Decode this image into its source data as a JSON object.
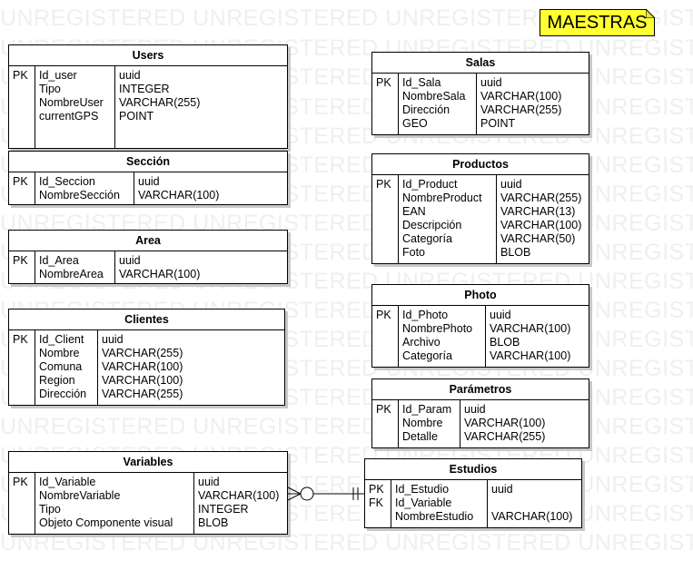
{
  "watermark": "UNREGISTERED",
  "note": "MAESTRAS",
  "tables": [
    {
      "id": "users",
      "title": "Users",
      "keys": [
        "PK",
        "",
        "",
        ""
      ],
      "fields": [
        "Id_user",
        "Tipo",
        "NombreUser",
        "currentGPS"
      ],
      "types": [
        "uuid",
        "INTEGER",
        "VARCHAR(255)",
        "POINT"
      ]
    },
    {
      "id": "seccion",
      "title": "Sección",
      "keys": [
        "PK",
        ""
      ],
      "fields": [
        "Id_Seccion",
        "NombreSección"
      ],
      "types": [
        "uuid",
        "VARCHAR(100)"
      ]
    },
    {
      "id": "area",
      "title": "Area",
      "keys": [
        "PK",
        ""
      ],
      "fields": [
        "Id_Area",
        "NombreArea"
      ],
      "types": [
        "uuid",
        "VARCHAR(100)"
      ]
    },
    {
      "id": "clientes",
      "title": "Clientes",
      "keys": [
        "PK",
        "",
        "",
        "",
        ""
      ],
      "fields": [
        "Id_Client",
        "Nombre",
        "Comuna",
        "Region",
        "Dirección"
      ],
      "types": [
        "uuid",
        "VARCHAR(255)",
        "VARCHAR(100)",
        "VARCHAR(100)",
        "VARCHAR(255)"
      ]
    },
    {
      "id": "variables",
      "title": "Variables",
      "keys": [
        "PK",
        "",
        "",
        ""
      ],
      "fields": [
        "Id_Variable",
        "NombreVariable",
        "Tipo",
        "Objeto Componente visual"
      ],
      "types": [
        "uuid",
        "VARCHAR(100)",
        "INTEGER",
        "BLOB"
      ]
    },
    {
      "id": "salas",
      "title": "Salas",
      "keys": [
        "PK",
        "",
        "",
        ""
      ],
      "fields": [
        "Id_Sala",
        "NombreSala",
        "Dirección",
        "GEO"
      ],
      "types": [
        "uuid",
        "VARCHAR(100)",
        "VARCHAR(255)",
        "POINT"
      ]
    },
    {
      "id": "productos",
      "title": "Productos",
      "keys": [
        "PK",
        "",
        "",
        "",
        "",
        ""
      ],
      "fields": [
        "Id_Product",
        "NombreProduct",
        "EAN",
        "Descripción",
        "Categoría",
        "Foto"
      ],
      "types": [
        "uuid",
        "VARCHAR(255)",
        "VARCHAR(13)",
        "VARCHAR(100)",
        "VARCHAR(50)",
        "BLOB"
      ]
    },
    {
      "id": "photo",
      "title": "Photo",
      "keys": [
        "PK",
        "",
        "",
        ""
      ],
      "fields": [
        "Id_Photo",
        "NombrePhoto",
        "Archivo",
        "Categoría"
      ],
      "types": [
        "uuid",
        "VARCHAR(100)",
        "BLOB",
        "VARCHAR(100)"
      ]
    },
    {
      "id": "parametros",
      "title": "Parámetros",
      "keys": [
        "PK",
        "",
        ""
      ],
      "fields": [
        "Id_Param",
        "Nombre",
        "Detalle"
      ],
      "types": [
        "uuid",
        "VARCHAR(100)",
        "VARCHAR(255)"
      ]
    },
    {
      "id": "estudios",
      "title": "Estudios",
      "keys": [
        "PK",
        "FK",
        ""
      ],
      "fields": [
        "Id_Estudio",
        "Id_Variable",
        "NombreEstudio"
      ],
      "types": [
        "uuid",
        "",
        "VARCHAR(100)"
      ]
    }
  ],
  "relationships": [
    {
      "from": "variables",
      "to": "estudios",
      "from_end": "zero-or-many",
      "to_end": "exactly-one"
    }
  ]
}
